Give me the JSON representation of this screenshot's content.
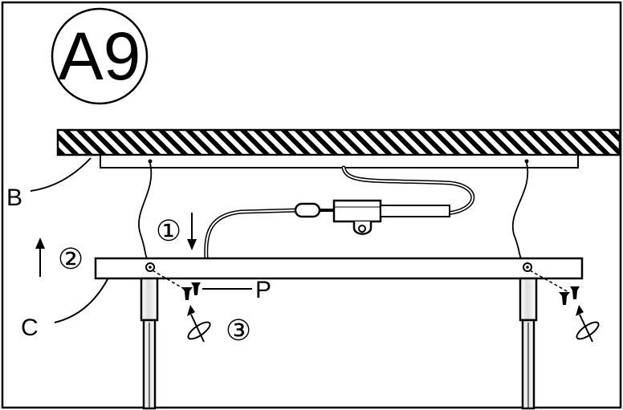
{
  "step_badge": "A9",
  "labels": {
    "bracket": "B",
    "canopy": "C",
    "screw": "P"
  },
  "steps": [
    "①",
    "②",
    "③"
  ],
  "colors": {
    "ink": "#000000",
    "paper": "#ffffff",
    "fill_light": "#f4f4f4"
  }
}
